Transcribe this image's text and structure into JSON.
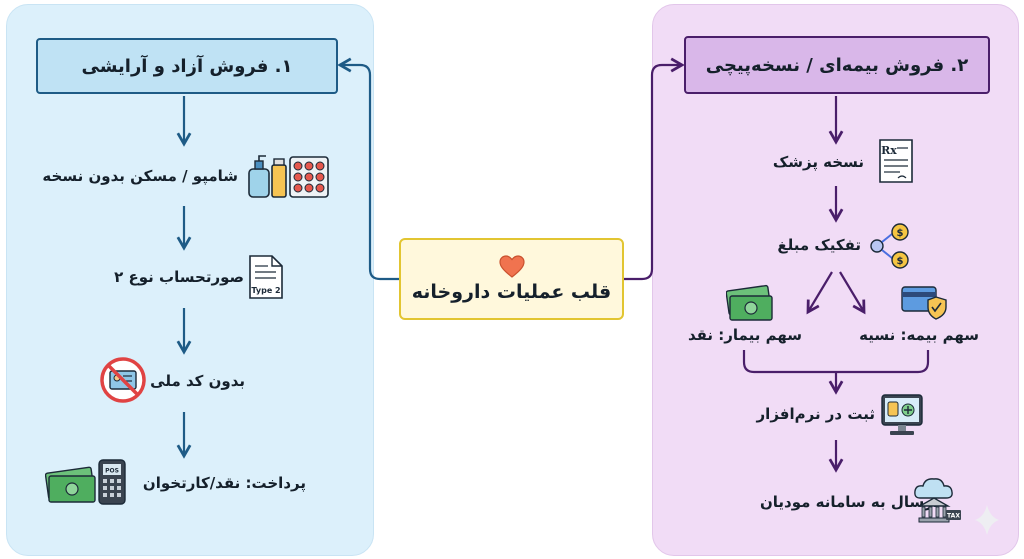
{
  "center": {
    "title": "قلب عملیات داروخانه"
  },
  "left": {
    "header": "۱. فروش آزاد و آرایشی",
    "steps": [
      {
        "label": "شامپو / مسکن بدون نسخه",
        "icon": "cosmetics-pills-icon"
      },
      {
        "label": "صورتحساب نوع ۲",
        "icon": "invoice-document-icon"
      },
      {
        "label": "بدون کد ملی",
        "icon": "no-id-card-icon"
      },
      {
        "label": "پرداخت: نقد/کارتخوان",
        "icon": "cash-pos-icon"
      }
    ],
    "invoice_icon_text": "Type 2"
  },
  "right": {
    "header": "۲. فروش بیمه‌ای / نسخه‌پیچی",
    "steps": [
      {
        "label": "نسخه پزشک",
        "icon": "prescription-icon"
      },
      {
        "label": "تفکیک مبلغ",
        "icon": "split-coins-icon"
      }
    ],
    "branches": [
      {
        "label": "سهم بیمه: نسیه",
        "icon": "insurance-card-icon"
      },
      {
        "label": "سهم بیمار: نقد",
        "icon": "cash-icon"
      }
    ],
    "after": [
      {
        "label": "ثبت در نرم‌افزار",
        "icon": "computer-pharmacy-icon"
      },
      {
        "label": "ارسال به سامانه مودیان",
        "icon": "tax-bank-icon"
      }
    ],
    "rx_icon_text": "Rx",
    "tax_icon_text": "TAX",
    "pos_icon_text": "POS"
  },
  "colors": {
    "left_panel": "#dcf0fb",
    "right_panel": "#f1dcf6",
    "left_accent": "#1e5b86",
    "right_accent": "#4a1e6a",
    "center_border": "#e2c531",
    "heart": "#f0734f"
  }
}
